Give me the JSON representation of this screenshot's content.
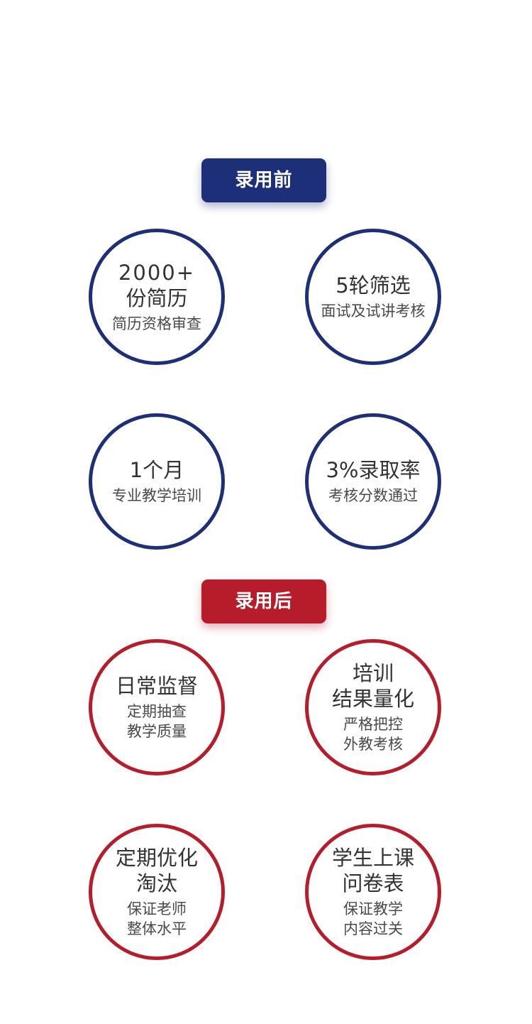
{
  "before": {
    "badge": "录用前",
    "items": [
      {
        "title_lines": [
          "2000+",
          "份简历"
        ],
        "sub_lines": [
          "简历资格审查"
        ]
      },
      {
        "title_lines": [
          "5轮筛选"
        ],
        "sub_lines": [
          "面试及试讲考核"
        ]
      },
      {
        "title_lines": [
          "1个月"
        ],
        "sub_lines": [
          "专业教学培训"
        ]
      },
      {
        "title_lines": [
          "3%录取率"
        ],
        "sub_lines": [
          "考核分数通过"
        ]
      }
    ]
  },
  "after": {
    "badge": "录用后",
    "items": [
      {
        "title_lines": [
          "日常监督"
        ],
        "sub_lines": [
          "定期抽查",
          "教学质量"
        ]
      },
      {
        "title_lines": [
          "培训",
          "结果量化"
        ],
        "sub_lines": [
          "严格把控",
          "外教考核"
        ]
      },
      {
        "title_lines": [
          "定期优化",
          "淘汰"
        ],
        "sub_lines": [
          "保证老师",
          "整体水平"
        ]
      },
      {
        "title_lines": [
          "学生上课",
          "问卷表"
        ],
        "sub_lines": [
          "保证教学",
          "内容过关"
        ]
      }
    ]
  },
  "colors": {
    "before_accent": "#1c2f78",
    "after_accent": "#b71c2a"
  }
}
